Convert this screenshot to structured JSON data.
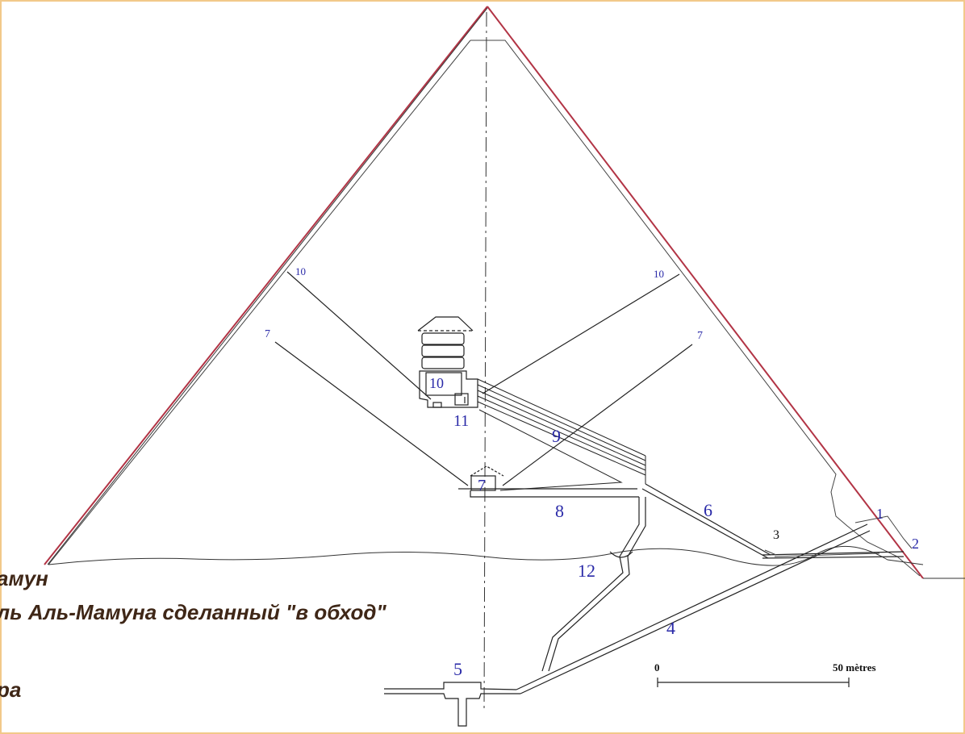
{
  "colors": {
    "frame": "#f2c98a",
    "outline": "#b23445",
    "lines": "#222222",
    "labels_blue": "#2a2aa8",
    "overlay_text": "#3f2717"
  },
  "labels": {
    "n1": "1",
    "n2": "2",
    "n3": "3",
    "n4": "4",
    "n5": "5",
    "n6": "6",
    "n7_left": "7",
    "n7_right": "7",
    "n7_chamber": "7",
    "n8": "8",
    "n9": "9",
    "n10_left": "10",
    "n10_right": "10",
    "n10_chamber": "10",
    "n11": "11",
    "n12": "12"
  },
  "scale_bar": {
    "start_label": "0",
    "end_label": "50 mètres"
  },
  "overlay_text": {
    "line1": "амун",
    "line2": "ль Аль-Мамуна сделанный \"в обход\"",
    "line3": "ра"
  }
}
